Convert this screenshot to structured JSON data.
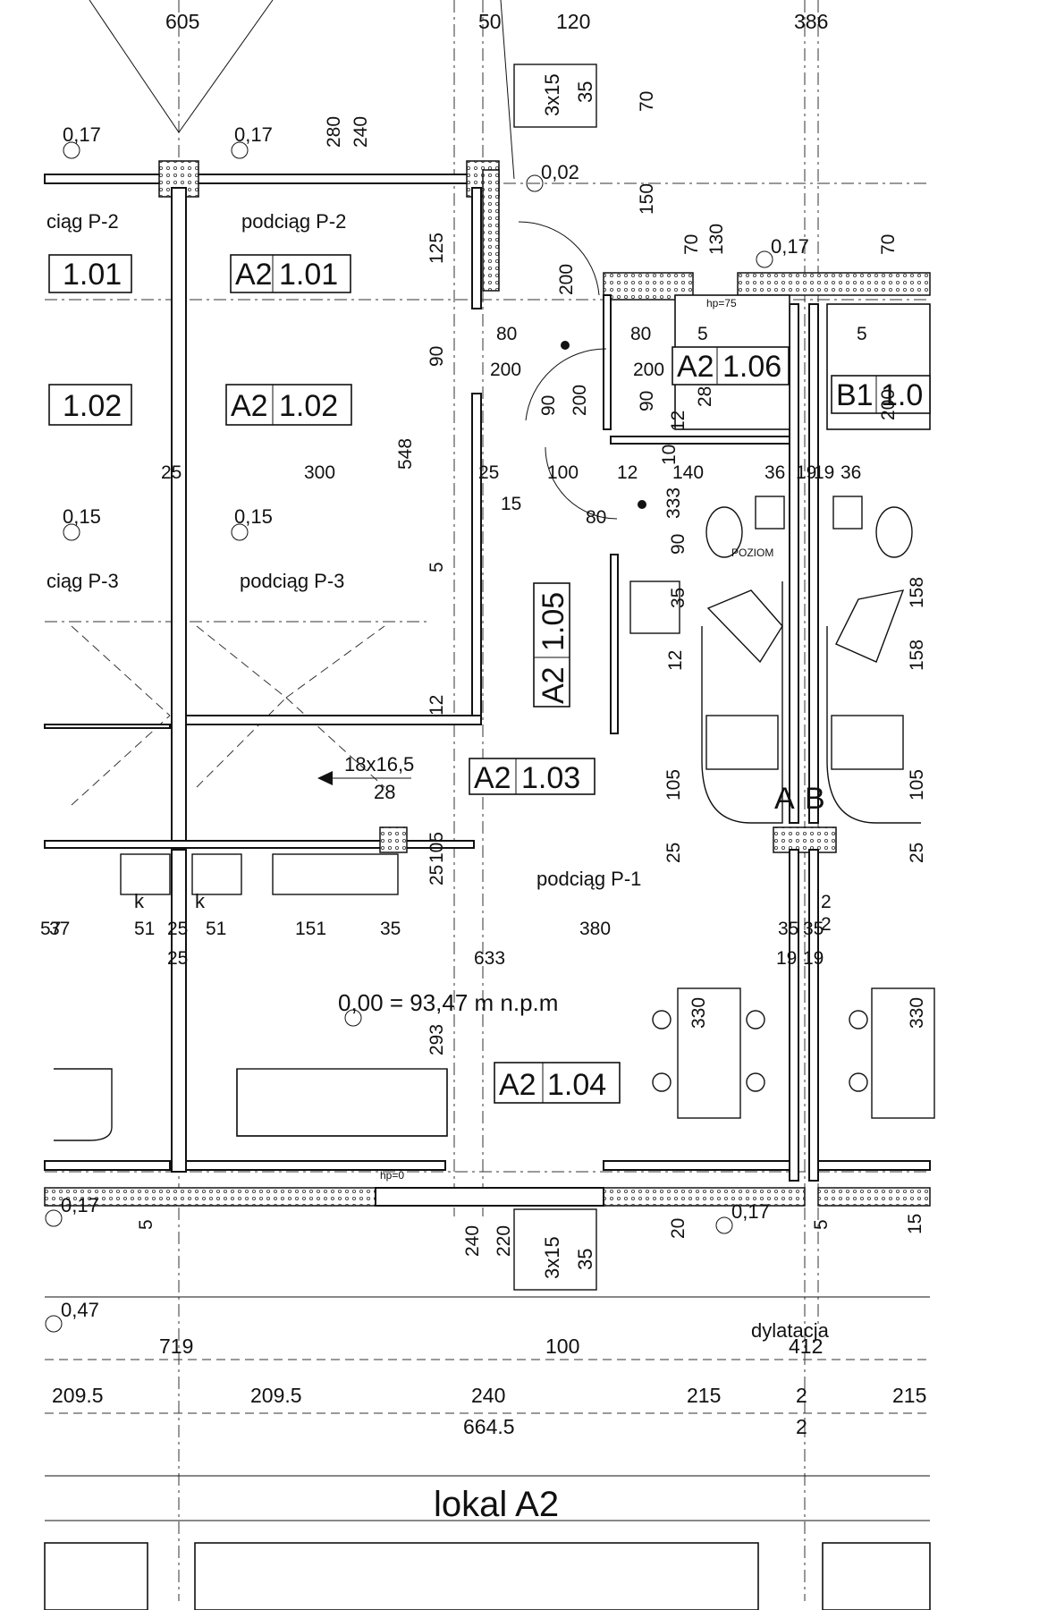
{
  "rooms": [
    {
      "code": "A2",
      "num": "1.01"
    },
    {
      "code": "A2",
      "num": "1.02"
    },
    {
      "code": "A2",
      "num": "1.03"
    },
    {
      "code": "A2",
      "num": "1.04"
    },
    {
      "code": "A2",
      "num": "1.05"
    },
    {
      "code": "A2",
      "num": "1.06"
    }
  ],
  "partial_rooms": [
    "1.01",
    "1.02",
    "B1",
    "1.0"
  ],
  "levels": [
    "0,17",
    "0,17",
    "0,02",
    "0,17",
    "0,15",
    "0,15",
    "0,17",
    "0,17",
    "0,47"
  ],
  "datum": "0,00 = 93,47 m n.p.m",
  "beams": [
    "podciąg P-2",
    "ciąg P-2",
    "podciąg P-3",
    "ciąg P-3",
    "podciąg P-1"
  ],
  "labels": {
    "dilatation": "dylatacja",
    "unit": "lokal A2",
    "axis_a": "A",
    "axis_b": "B",
    "hp75": "hp=75",
    "hp0": "hp=0",
    "poziom": "POZIOM",
    "k": "k",
    "stairs": "18x16,5",
    "stairs2": "28",
    "step_top": "3x15",
    "step_top2": "35",
    "step_bot": "3x15",
    "step_bot2": "35"
  },
  "dims_top": [
    "605",
    "50",
    "120",
    "386"
  ],
  "dims_misc": [
    "280",
    "240",
    "70",
    "150",
    "125",
    "70",
    "130",
    "70",
    "90",
    "200",
    "80",
    "200",
    "90",
    "200",
    "80",
    "200",
    "90",
    "5",
    "5",
    "28",
    "12",
    "10",
    "548",
    "300",
    "25",
    "25",
    "100",
    "12",
    "140",
    "36",
    "19",
    "19",
    "36",
    "15",
    "80",
    "200",
    "5",
    "333",
    "90",
    "35",
    "12",
    "158",
    "158",
    "12",
    "105",
    "105",
    "105",
    "25",
    "25",
    "25",
    "37",
    "51",
    "25",
    "51",
    "151",
    "35",
    "380",
    "35",
    "35",
    "19",
    "19",
    "25",
    "633",
    "293",
    "330",
    "330",
    "240",
    "220",
    "20",
    "5",
    "5",
    "15",
    "57",
    "2",
    "2"
  ],
  "dims_bottom": [
    "719",
    "100",
    "412",
    "209.5",
    "209.5",
    "240",
    "215",
    "2",
    "215",
    "664.5",
    "2"
  ]
}
